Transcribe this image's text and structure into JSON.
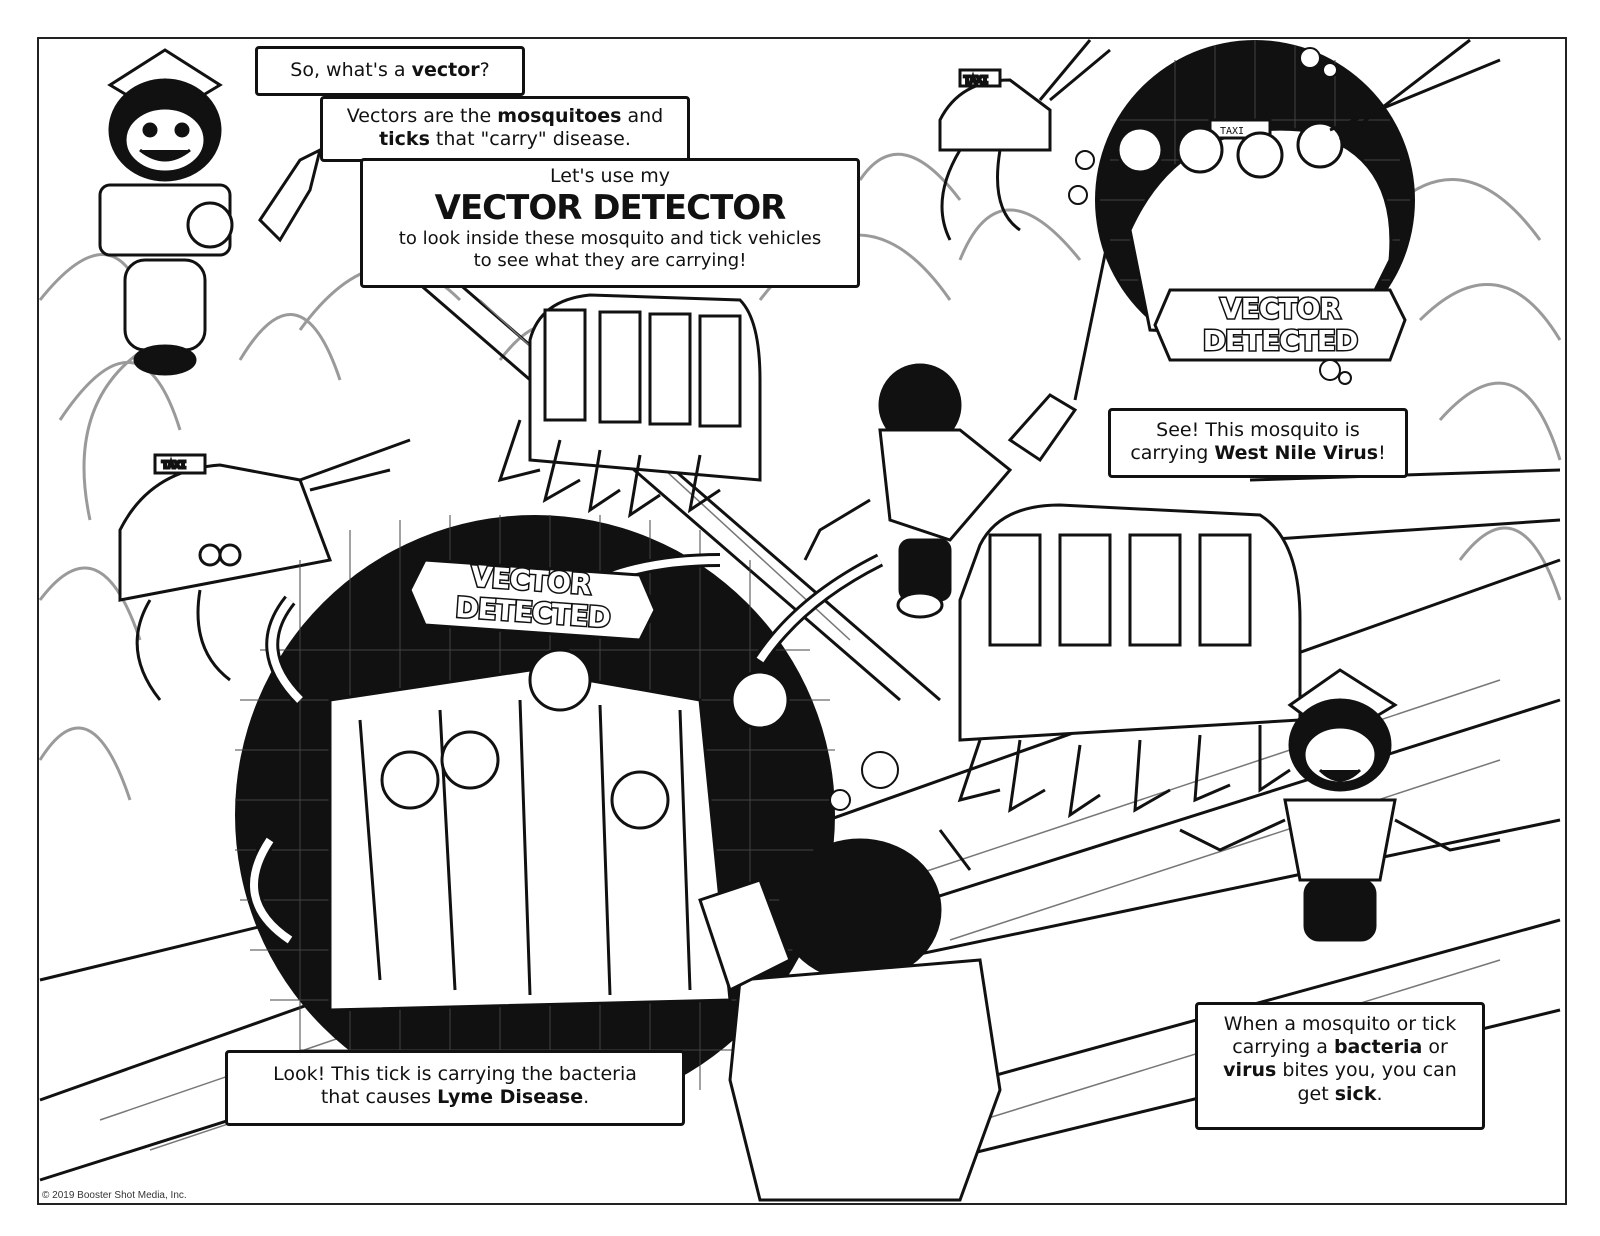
{
  "speech": {
    "q_prefix": "So, what's a ",
    "q_bold": "vector",
    "q_suffix": "?",
    "a_line1_prefix": "Vectors are the ",
    "a_line1_bold": "mosquitoes",
    "a_line1_suffix": " and",
    "a_line2_bold": "ticks",
    "a_line2_suffix": " that \"carry\" disease.",
    "detector_intro": "Let's use my",
    "detector_title": "VECTOR DETECTOR",
    "detector_line1": "to look inside these mosquito and tick vehicles",
    "detector_line2": "to see what they are carrying!",
    "wn_line1": "See! This mosquito is",
    "wn_line2_prefix": "carrying ",
    "wn_line2_bold": "West Nile Virus",
    "wn_line2_suffix": "!",
    "lyme_line1": "Look! This tick is carrying the bacteria",
    "lyme_line2_prefix": "that causes ",
    "lyme_line2_bold": "Lyme Disease",
    "lyme_line2_suffix": ".",
    "sick_l1": "When a mosquito or tick",
    "sick_l2_prefix": "carrying a ",
    "sick_l2_bold": "bacteria",
    "sick_l2_suffix": " or",
    "sick_l3_bold": "virus",
    "sick_l3_suffix": " bites you, you can",
    "sick_l4_prefix": "get ",
    "sick_l4_bold": "sick",
    "sick_l4_suffix": "."
  },
  "badges": {
    "top_line1": "VECTOR",
    "top_line2": "DETECTED",
    "bottom_line1": "VECTOR",
    "bottom_line2": "DETECTED"
  },
  "taxi_signs": [
    "TAXI",
    "TAXI",
    "TAXI"
  ],
  "copyright": "© 2019 Booster Shot Media, Inc.",
  "colors": {
    "ink": "#111111",
    "grey": "#9a9a9a",
    "paper": "#ffffff"
  }
}
